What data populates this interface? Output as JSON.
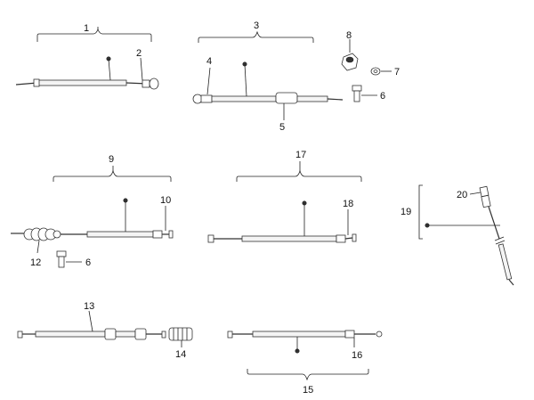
{
  "callouts": {
    "c1": "1",
    "c2": "2",
    "c3": "3",
    "c4": "4",
    "c5": "5",
    "c6a": "6",
    "c6b": "6",
    "c7": "7",
    "c8": "8",
    "c9": "9",
    "c10": "10",
    "c12": "12",
    "c13": "13",
    "c14": "14",
    "c15": "15",
    "c16": "16",
    "c17": "17",
    "c18": "18",
    "c19": "19",
    "c20": "20"
  },
  "colors": {
    "ink": "#222222",
    "background": "#ffffff"
  }
}
